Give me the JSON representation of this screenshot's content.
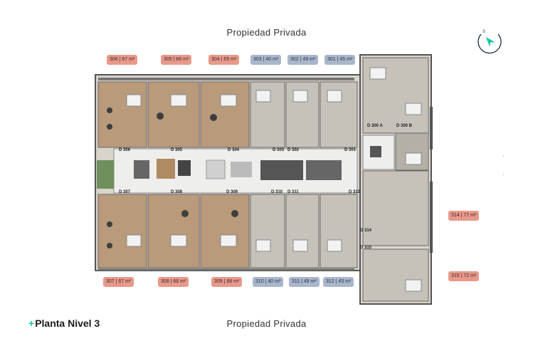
{
  "header": {
    "title": "Propiedad Privada"
  },
  "footer": {
    "title": "Propiedad Privada",
    "plan_name": "Planta Nivel 3",
    "plan_prefix": "+"
  },
  "compass": {
    "letter": "S"
  },
  "tags_top": [
    "306 | 67 m²",
    "305 | 66 m²",
    "304 | 65 m²",
    "303 | 40 m²",
    "302 | 49 m²",
    "301 | 45 m²"
  ],
  "tags_bottom": [
    "307 | 67 m²",
    "308 | 66 m²",
    "309 | 68 m²",
    "310 | 40 m²",
    "311 | 49 m²",
    "312 | 43 m²"
  ],
  "tags_right": [
    "314 | 77 m²",
    "315 | 72 m²"
  ],
  "unit_labels_top": [
    "D 306",
    "D 305",
    "D 304",
    "D 303",
    "D 302",
    "D 301"
  ],
  "unit_labels_bottom": [
    "D 307",
    "D 308",
    "D 309",
    "D 310",
    "D 311",
    "D 312"
  ],
  "unit_labels_east": [
    "D 300 A",
    "D 300 B",
    "D 314",
    "D 315"
  ],
  "colors": {
    "salmon": "#e8998a",
    "blue": "#a9b6cc",
    "accent": "#17c6a6"
  }
}
